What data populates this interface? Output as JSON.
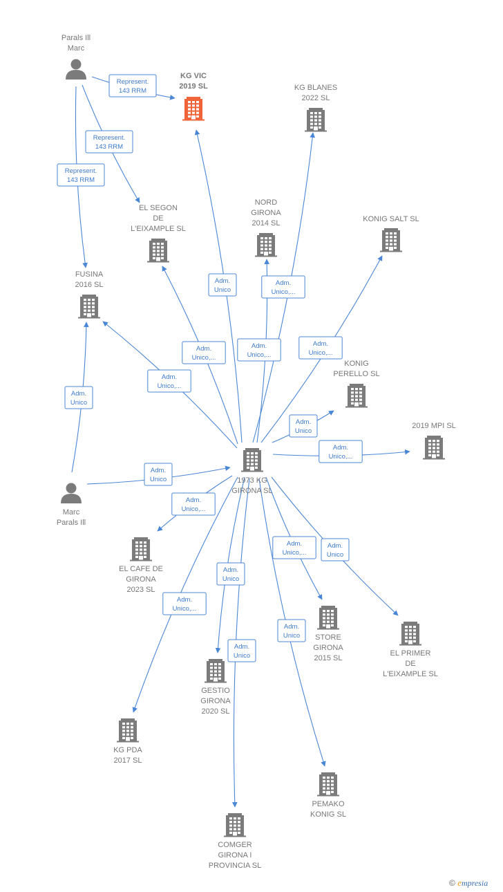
{
  "nodes": [
    {
      "id": "hub",
      "type": "company",
      "lines": [
        "1973 KG",
        "GIRONA SL"
      ]
    },
    {
      "id": "kgvic",
      "type": "company-highlight",
      "lines": [
        "KG VIC",
        "2019  SL"
      ]
    },
    {
      "id": "kgblanes",
      "type": "company",
      "lines": [
        "KG BLANES",
        "2022  SL"
      ]
    },
    {
      "id": "nordgirona",
      "type": "company",
      "lines": [
        "NORD",
        "GIRONA",
        "2014  SL"
      ]
    },
    {
      "id": "konigsalt",
      "type": "company",
      "lines": [
        "KONIG SALT SL"
      ]
    },
    {
      "id": "elsegon",
      "type": "company",
      "lines": [
        "EL SEGON",
        "DE",
        "L'EIXAMPLE SL"
      ]
    },
    {
      "id": "fusina",
      "type": "company",
      "lines": [
        "FUSINA",
        "2016  SL"
      ]
    },
    {
      "id": "konigperello",
      "type": "company",
      "lines": [
        "KONIG",
        "PERELLO SL"
      ]
    },
    {
      "id": "mpi",
      "type": "company",
      "lines": [
        "2019 MPI  SL"
      ]
    },
    {
      "id": "elcafe",
      "type": "company",
      "lines": [
        "EL CAFE DE",
        "GIRONA",
        "2023  SL"
      ]
    },
    {
      "id": "store",
      "type": "company",
      "lines": [
        "STORE",
        "GIRONA",
        "2015  SL"
      ]
    },
    {
      "id": "elprimer",
      "type": "company",
      "lines": [
        "EL PRIMER",
        "DE",
        "L'EIXAMPLE SL"
      ]
    },
    {
      "id": "gestio",
      "type": "company",
      "lines": [
        "GESTIO",
        "GIRONA",
        "2020  SL"
      ]
    },
    {
      "id": "kgpda",
      "type": "company",
      "lines": [
        "KG PDA",
        "2017  SL"
      ]
    },
    {
      "id": "pemako",
      "type": "company",
      "lines": [
        "PEMAKO",
        "KONIG SL"
      ]
    },
    {
      "id": "comger",
      "type": "company",
      "lines": [
        "COMGER",
        "GIRONA I",
        "PROVINCIA SL"
      ]
    },
    {
      "id": "person1",
      "type": "person",
      "lines": [
        "Parals Ill",
        "Marc"
      ]
    },
    {
      "id": "person2",
      "type": "person",
      "lines": [
        "Marc",
        "Parals Ill"
      ]
    }
  ],
  "edges": [
    {
      "from": "person1",
      "to": "kgvic",
      "label": [
        "Represent.",
        "143 RRM"
      ]
    },
    {
      "from": "person1",
      "to": "elsegon",
      "label": [
        "Represent.",
        "143 RRM"
      ]
    },
    {
      "from": "person1",
      "to": "fusina",
      "label": [
        "Represent.",
        "143 RRM"
      ]
    },
    {
      "from": "hub",
      "to": "kgvic",
      "label": [
        "Adm.",
        "Unico"
      ]
    },
    {
      "from": "hub",
      "to": "kgblanes",
      "label": [
        "Adm.",
        "Unico,..."
      ]
    },
    {
      "from": "hub",
      "to": "nordgirona",
      "label": [
        "Adm.",
        "Unico,..."
      ]
    },
    {
      "from": "hub",
      "to": "konigsalt",
      "label": [
        "Adm.",
        "Unico,..."
      ]
    },
    {
      "from": "hub",
      "to": "elsegon",
      "label": [
        "Adm.",
        "Unico,..."
      ]
    },
    {
      "from": "hub",
      "to": "fusina",
      "label": [
        "Adm.",
        "Unico,..."
      ]
    },
    {
      "from": "hub",
      "to": "konigperello",
      "label": [
        "Adm.",
        "Unico"
      ]
    },
    {
      "from": "hub",
      "to": "mpi",
      "label": [
        "Adm.",
        "Unico,..."
      ]
    },
    {
      "from": "person2",
      "to": "hub",
      "label": [
        "Adm.",
        "Unico"
      ]
    },
    {
      "from": "person2",
      "to": "fusina",
      "label": [
        "Adm.",
        "Unico"
      ]
    },
    {
      "from": "hub",
      "to": "elcafe",
      "label": [
        "Adm.",
        "Unico,..."
      ]
    },
    {
      "from": "hub",
      "to": "store",
      "label": [
        "Adm.",
        "Unico,..."
      ]
    },
    {
      "from": "hub",
      "to": "elprimer",
      "label": [
        "Adm.",
        "Unico"
      ]
    },
    {
      "from": "hub",
      "to": "gestio",
      "label": [
        "Adm.",
        "Unico"
      ]
    },
    {
      "from": "hub",
      "to": "kgpda",
      "label": [
        "Adm.",
        "Unico,..."
      ]
    },
    {
      "from": "hub",
      "to": "pemako",
      "label": [
        "Adm.",
        "Unico"
      ]
    },
    {
      "from": "hub",
      "to": "comger",
      "label": [
        "Adm.",
        "Unico"
      ]
    }
  ],
  "colors": {
    "edge": "#4a86d6",
    "company_icon": "#7b7b7b",
    "highlight_icon": "#f0643a",
    "person_icon": "#7b7b7b",
    "label_text": "#777777"
  },
  "brand": {
    "copyright": "©",
    "name_initial": "e",
    "name_rest": "mpresia"
  }
}
